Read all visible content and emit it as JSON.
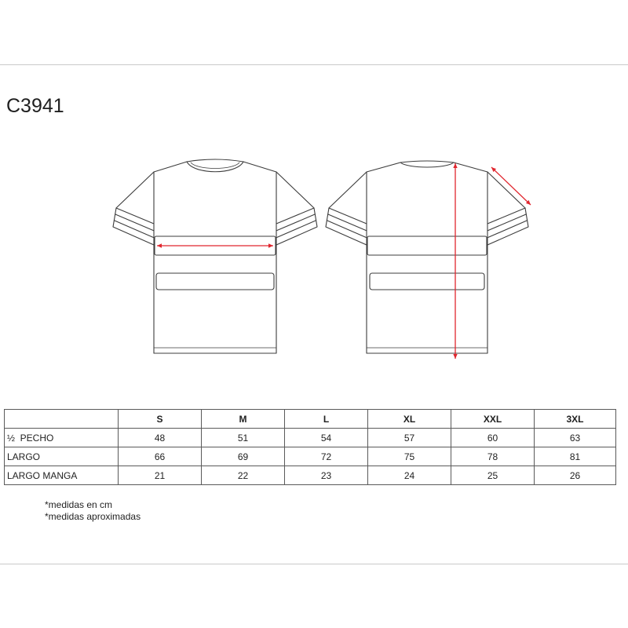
{
  "product": {
    "code": "C3941"
  },
  "size_table": {
    "sizes": [
      "S",
      "M",
      "L",
      "XL",
      "XXL",
      "3XL"
    ],
    "rows": [
      {
        "label": "½  PECHO",
        "values": [
          48,
          51,
          54,
          57,
          60,
          63
        ]
      },
      {
        "label": "LARGO",
        "values": [
          66,
          69,
          72,
          75,
          78,
          81
        ]
      },
      {
        "label": "LARGO MANGA",
        "values": [
          21,
          22,
          23,
          24,
          25,
          26
        ]
      }
    ]
  },
  "notes": [
    "*medidas en cm",
    "*medidas aproximadas"
  ],
  "colors": {
    "measure_arrow": "#e0262e",
    "drawing_outline": "#3c3c3c",
    "text": "#1f1f1f",
    "table_border": "#5a5a5a",
    "rule": "#c9c9c9"
  }
}
